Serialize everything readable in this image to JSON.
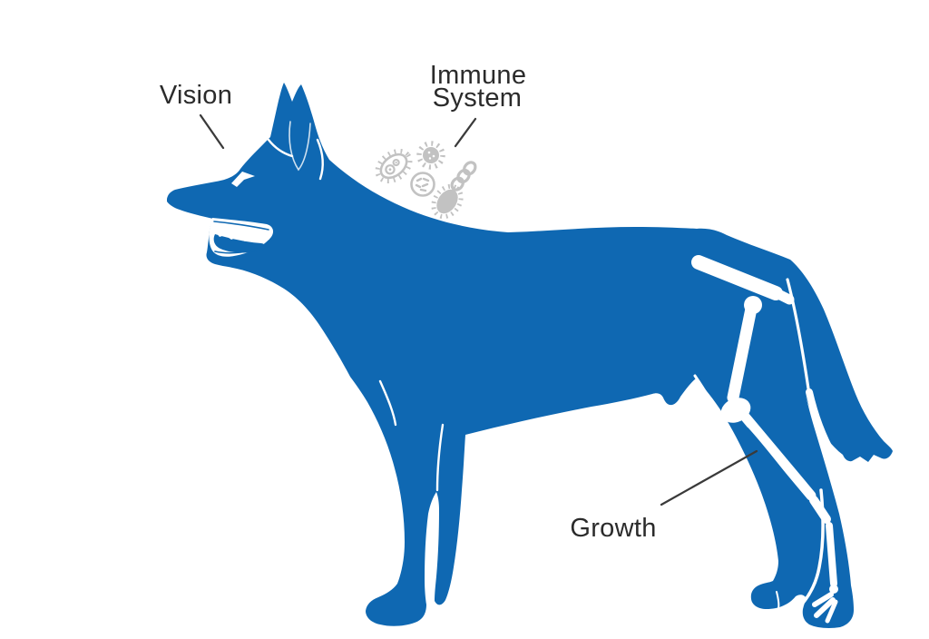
{
  "diagram": {
    "description": "Blue dog silhouette health diagram with annotated benefit areas",
    "background_color": "#ffffff",
    "dog_color": "#0f68b2",
    "bone_color": "#ffffff",
    "microbe_color": "#c2c2c2",
    "label_text_color": "#2b2b2b",
    "pointer_line_color": "#3a3a3a",
    "labels": {
      "vision": "Vision",
      "immune_line1": "Immune",
      "immune_line2": "System",
      "growth": "Growth"
    },
    "icons": {
      "microbes": [
        "ciliate-bacterium-icon",
        "virus-icon",
        "bacteria-colony-dish-icon",
        "bacteria-chain-icon",
        "spiky-bacterium-icon"
      ],
      "anatomy": [
        "hind-leg-skeleton"
      ]
    }
  }
}
